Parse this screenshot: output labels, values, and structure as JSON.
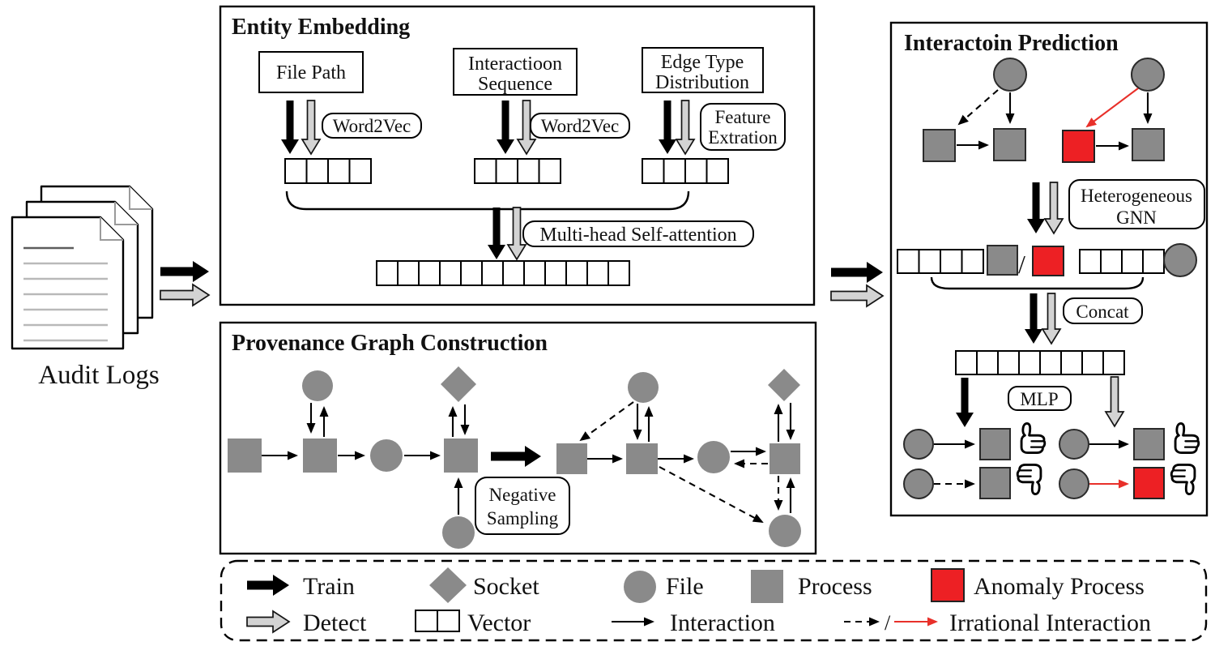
{
  "figure": {
    "audit_logs_label": "Audit Logs"
  },
  "entity_embedding": {
    "title": "Entity Embedding",
    "file_path_label": "File Path",
    "interaction_sequence_line1": "Interactioon",
    "interaction_sequence_line2": "Sequence",
    "edge_type_line1": "Edge Type",
    "edge_type_line2": "Distribution",
    "word2vec_label_1": "Word2Vec",
    "word2vec_label_2": "Word2Vec",
    "feature_extraction_line1": "Feature",
    "feature_extraction_line2": "Extration",
    "attention_label": "Multi-head Self-attention"
  },
  "provenance_graph": {
    "title": "Provenance Graph Construction",
    "negative_sampling_line1": "Negative",
    "negative_sampling_line2": "Sampling"
  },
  "interaction_prediction": {
    "title": "Interactoin Prediction",
    "gnn_line1": "Heterogeneous",
    "gnn_line2": "GNN",
    "concat_label": "Concat",
    "mlp_label": "MLP",
    "slash": "/"
  },
  "legend": {
    "train": "Train",
    "detect": "Detect",
    "socket": "Socket",
    "vector": "Vector",
    "file": "File",
    "interaction": "Interaction",
    "process": "Process",
    "anomaly_process": "Anomaly Process",
    "irrational_interaction": "Irrational Interaction",
    "slash": "/"
  },
  "icons": {
    "train": "black-block-arrow",
    "detect": "gray-outlined-block-arrow",
    "socket": "gray-diamond",
    "file": "gray-circle",
    "process": "gray-square",
    "anomaly_process": "red-square",
    "vector": "cell-row-rectangle",
    "interaction": "thin-solid-arrow",
    "irrational_interaction": "dashed-arrow-slash-red-arrow",
    "audit_logs": "document-stack",
    "approve": "thumb-up-outline",
    "reject": "thumb-down-outline"
  },
  "colors": {
    "gray": "#8a8a8a",
    "red": "#ed2024",
    "red_arrow": "#e8302a",
    "arrow_gray_fill": "#d3d3d3",
    "outline": "#000000",
    "background": "#ffffff"
  }
}
